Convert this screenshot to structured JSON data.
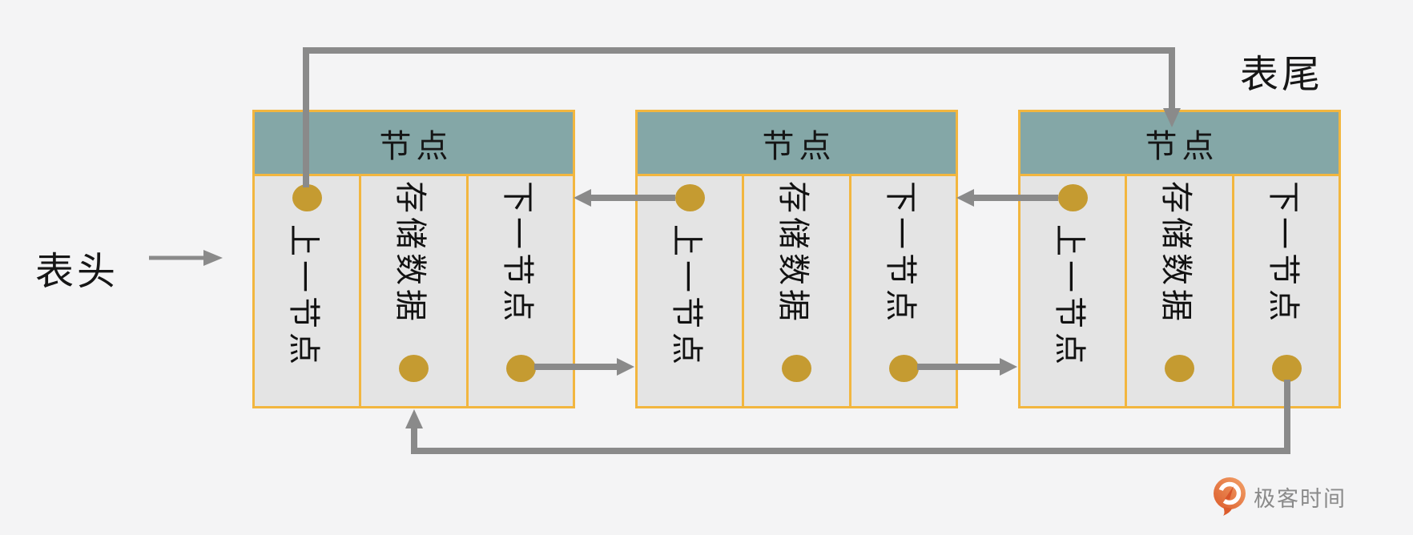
{
  "labels": {
    "head": "表头",
    "tail": "表尾"
  },
  "nodes": [
    {
      "title": "节点",
      "cells": [
        "上一节点",
        "存储数据",
        "下一节点"
      ]
    },
    {
      "title": "节点",
      "cells": [
        "上一节点",
        "存储数据",
        "下一节点"
      ]
    },
    {
      "title": "节点",
      "cells": [
        "上一节点",
        "存储数据",
        "下一节点"
      ]
    }
  ],
  "logo": {
    "icon": "geektime-pin-icon",
    "text": "极客时间"
  },
  "palette": {
    "background": "#f4f4f5",
    "node_header_teal": "#84a7a7",
    "cell_gray": "#e4e4e4",
    "border_orange": "#f2b63f",
    "pointer_dot_gold": "#c59b31",
    "arrow_gray": "#8a8a8a",
    "text_black": "#161616",
    "logo_orange": "#e0662f",
    "logo_text_gray": "#8a8a8a"
  }
}
